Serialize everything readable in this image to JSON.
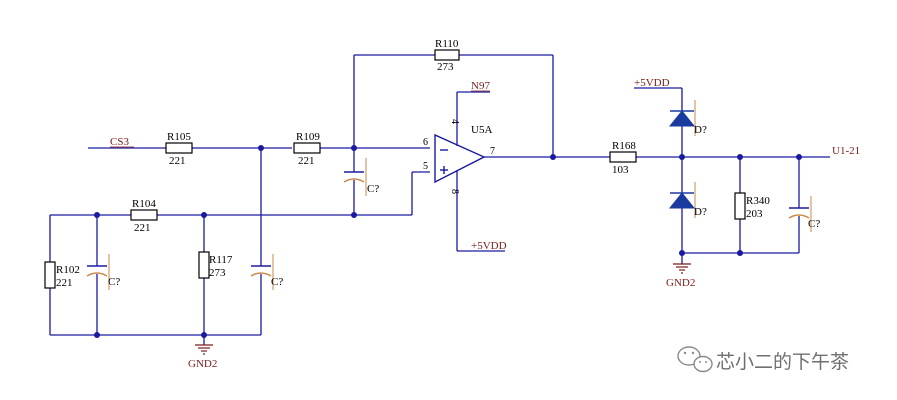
{
  "colors": {
    "wire": "#1a1aa0",
    "component": "#000000",
    "net_label": "#7a1a1a",
    "cap_plate": "#c98a4a",
    "diode_fill": "#1a3aa0",
    "watermark": "#6f6f6f"
  },
  "nets": {
    "input": "CS3",
    "vdd_top": "+5VDD",
    "vdd_opamp": "+5VDD",
    "gnd_left": "GND2",
    "gnd_right": "GND2",
    "output": "U1-21",
    "n97": "N97"
  },
  "components": {
    "r105": {
      "ref": "R105",
      "value": "221"
    },
    "r109": {
      "ref": "R109",
      "value": "221"
    },
    "r110": {
      "ref": "R110",
      "value": "273"
    },
    "r104": {
      "ref": "R104",
      "value": "221"
    },
    "r102": {
      "ref": "R102",
      "value": "221"
    },
    "r117": {
      "ref": "R117",
      "value": "273"
    },
    "r168": {
      "ref": "R168",
      "value": "103"
    },
    "r340": {
      "ref": "R340",
      "value": "203"
    },
    "cap_ref": "C?",
    "diode_ref": "D?",
    "opamp": {
      "ref": "U5A",
      "pin_inv": "6",
      "pin_noninv": "5",
      "pin_out": "7",
      "pin_vplus": "4",
      "pin_vminus": "8"
    }
  },
  "watermark": {
    "text": "芯小二的下午茶",
    "icon": "wechat-icon"
  }
}
